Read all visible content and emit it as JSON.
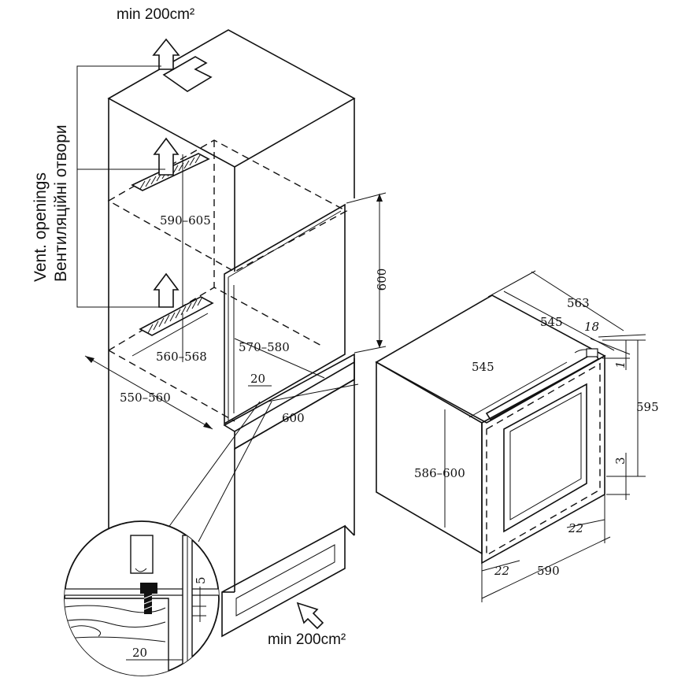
{
  "labels": {
    "top_airflow": "min 200cm²",
    "bottom_airflow": "min 200cm²",
    "vent_en": "Vent. openings",
    "vent_uk": "Вентиляційні отвори"
  },
  "cabinet_dims": {
    "vent_spacing": "590–605",
    "niche_height": "600",
    "lower_vent_width": "560–568",
    "niche_depth": "570–580",
    "outer_width": "550–560",
    "strip": "20",
    "niche_width": "600"
  },
  "appliance_dims": {
    "overall_depth": "563",
    "body_depth_top": "545",
    "front_thickness": "18",
    "body_depth_side": "545",
    "top_gap": "1",
    "overall_height": "595",
    "bottom_gap": "3",
    "body_height": "586–600",
    "right_margin": "22",
    "left_margin": "22",
    "overall_width": "590"
  },
  "detail_dims": {
    "gap": "5",
    "offset": "20"
  }
}
